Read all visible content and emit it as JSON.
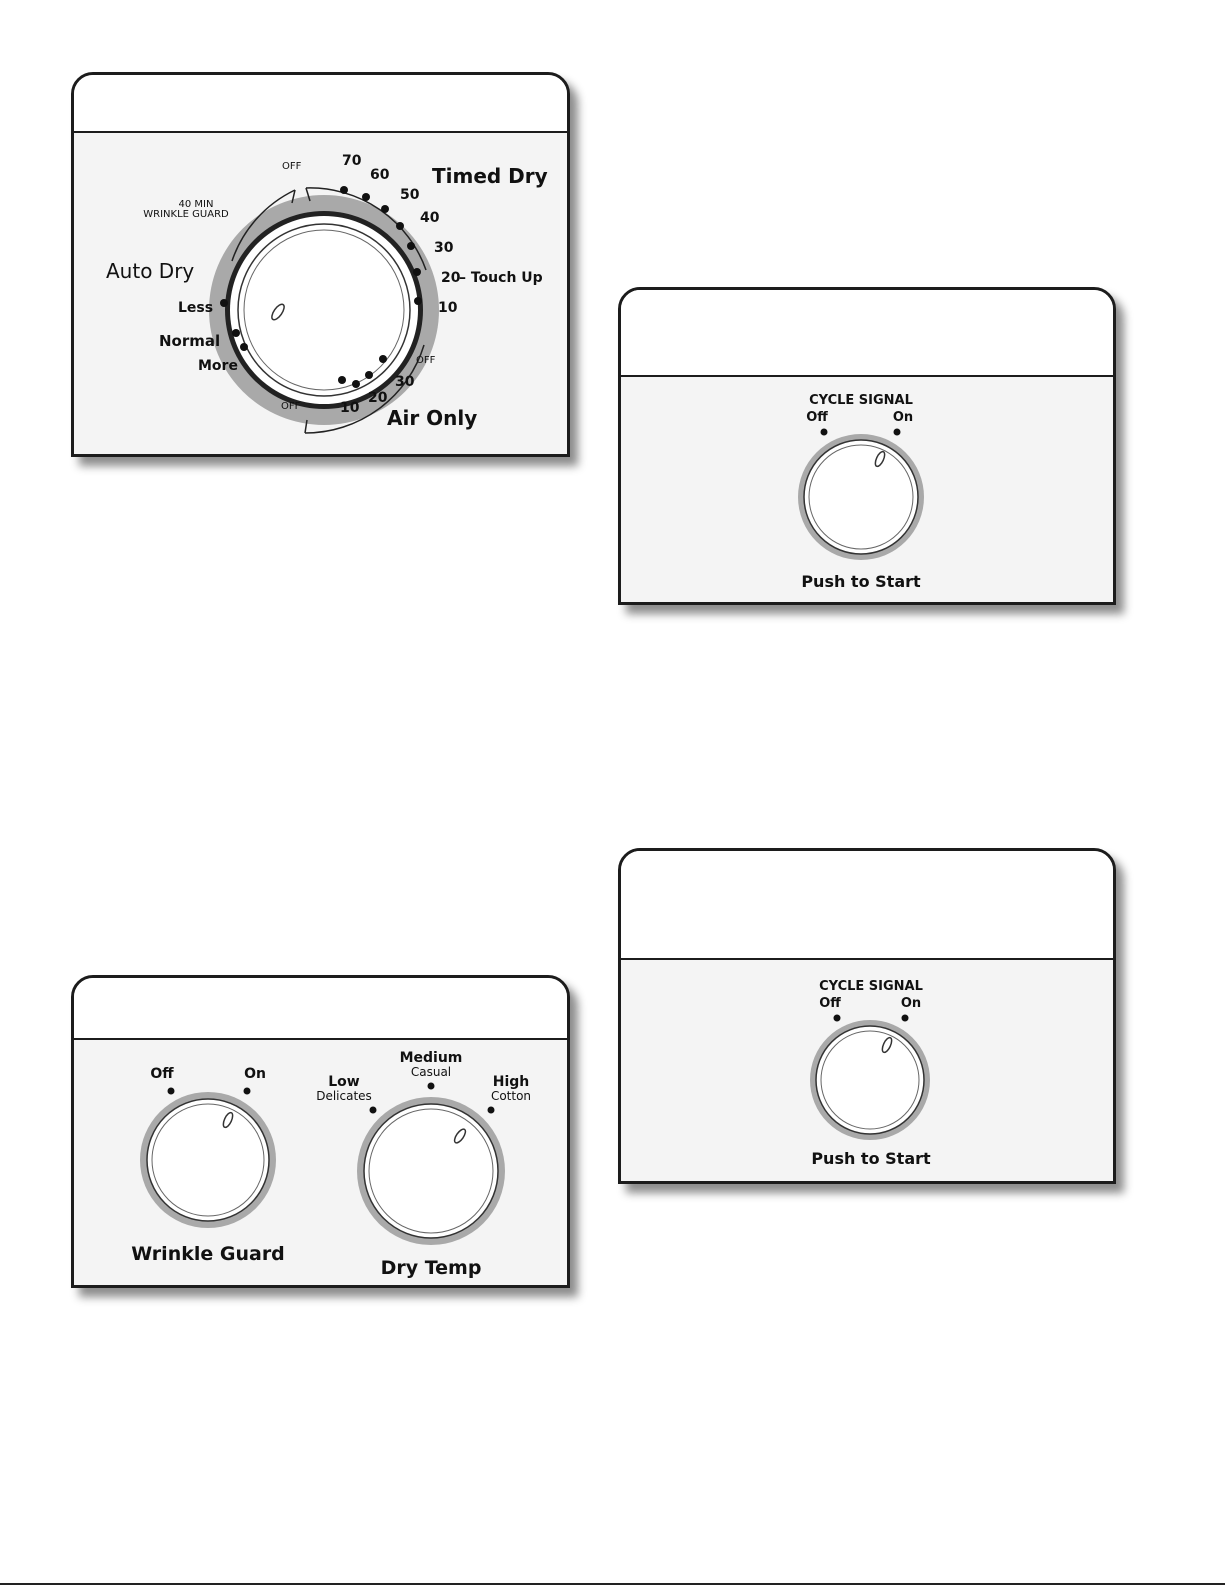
{
  "cycle_panel": {
    "timed_dry": {
      "title": "Timed Dry",
      "ticks": [
        "70",
        "60",
        "50",
        "40",
        "30",
        "20",
        "10"
      ],
      "touch_up": "– Touch Up",
      "off_top": "OFF",
      "off_bottom": "OFF"
    },
    "wrinkle_guard_note": {
      "line1": "40 MIN",
      "line2": "WRINKLE GUARD"
    },
    "auto_dry": {
      "title": "Auto Dry",
      "less": "Less",
      "normal": "Normal",
      "more": "More"
    },
    "air_only": {
      "title": "Air Only",
      "ticks": [
        "30",
        "20",
        "10"
      ],
      "off": "OFF"
    }
  },
  "options_panel": {
    "wrinkle_guard": {
      "title": "Wrinkle Guard",
      "off": "Off",
      "on": "On"
    },
    "dry_temp": {
      "title": "Dry Temp",
      "low": "Low",
      "low_sub": "Delicates",
      "medium": "Medium",
      "medium_sub": "Casual",
      "high": "High",
      "high_sub": "Cotton"
    }
  },
  "signal_panel_1": {
    "title": "CYCLE SIGNAL",
    "off": "Off",
    "on": "On",
    "push": "Push to Start"
  },
  "signal_panel_2": {
    "title": "CYCLE SIGNAL",
    "off": "Off",
    "on": "On",
    "push": "Push to Start"
  },
  "colors": {
    "dial_ring": "#a8a8a8",
    "panel_bg": "#f4f4f4",
    "outline": "#1c1c1c"
  }
}
